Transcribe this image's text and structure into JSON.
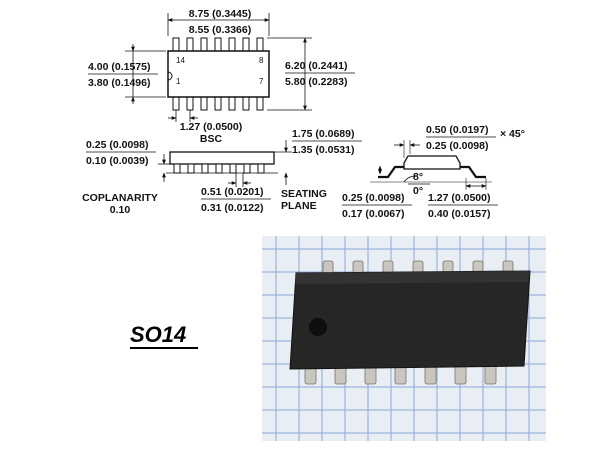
{
  "title": "SO14",
  "top_view": {
    "length_max": "8.75 (0.3445)",
    "length_min": "8.55 (0.3366)",
    "body_width_max": "4.00 (0.1575)",
    "body_width_min": "3.80 (0.1496)",
    "overall_width_max": "6.20 (0.2441)",
    "overall_width_min": "5.80 (0.2283)",
    "pitch": "1.27 (0.0500)",
    "pitch_note": "BSC",
    "pin_14": "14",
    "pin_8": "8",
    "pin_1": "1",
    "pin_7": "7"
  },
  "side_view": {
    "standoff_max": "0.25 (0.0098)",
    "standoff_min": "0.10 (0.0039)",
    "height_max": "1.75 (0.0689)",
    "height_min": "1.35 (0.0531)",
    "lead_width_max": "0.51 (0.0201)",
    "lead_width_min": "0.31 (0.0122)",
    "coplanarity_label": "COPLANARITY",
    "coplanarity_value": "0.10",
    "seating_plane_1": "SEATING",
    "seating_plane_2": "PLANE"
  },
  "end_view": {
    "chamfer_max": "0.50 (0.0197)",
    "chamfer_min": "0.25 (0.0098)",
    "chamfer_angle": "× 45°",
    "lead_thickness_max": "0.25 (0.0098)",
    "lead_thickness_min": "0.17 (0.0067)",
    "angle_max": "8°",
    "angle_min": "0°",
    "foot_length_max": "1.27 (0.0500)",
    "foot_length_min": "0.40 (0.0157)"
  },
  "colors": {
    "line": "#111111",
    "photo_background": "#e9edf4",
    "grid": "#8fa9d6",
    "chip_body": "#262626",
    "lead": "#c9c6c0"
  }
}
